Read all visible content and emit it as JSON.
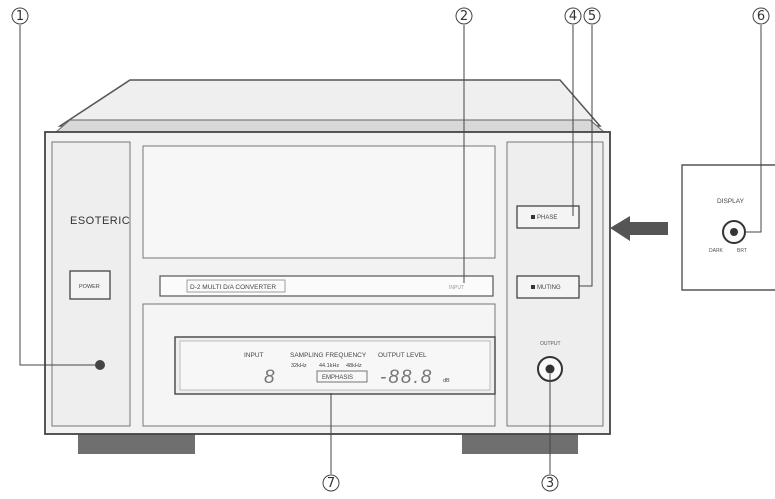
{
  "callouts": [
    "1",
    "2",
    "3",
    "4",
    "5",
    "6",
    "7"
  ],
  "device": {
    "brand": "ESOTERIC",
    "model_strip": "D-2 MULTI D/A CONVERTER",
    "input_indicator": "INPUT",
    "power_button": "POWER",
    "phase_button": "PHASE",
    "muting_button": "MUTING",
    "output_knob": "OUTPUT",
    "display": {
      "input_label": "INPUT",
      "input_digit": "8",
      "sampling_label": "SAMPLING FREQUENCY",
      "freqs": [
        "32kHz",
        "44.1kHz",
        "48kHz"
      ],
      "output_label": "OUTPUT  LEVEL",
      "level_digits": "-88.8",
      "level_unit": "dB",
      "emphasis": "EMPHASIS"
    }
  },
  "display_panel": {
    "title": "DISPLAY",
    "dark": "DARK",
    "bright": "BRT"
  }
}
